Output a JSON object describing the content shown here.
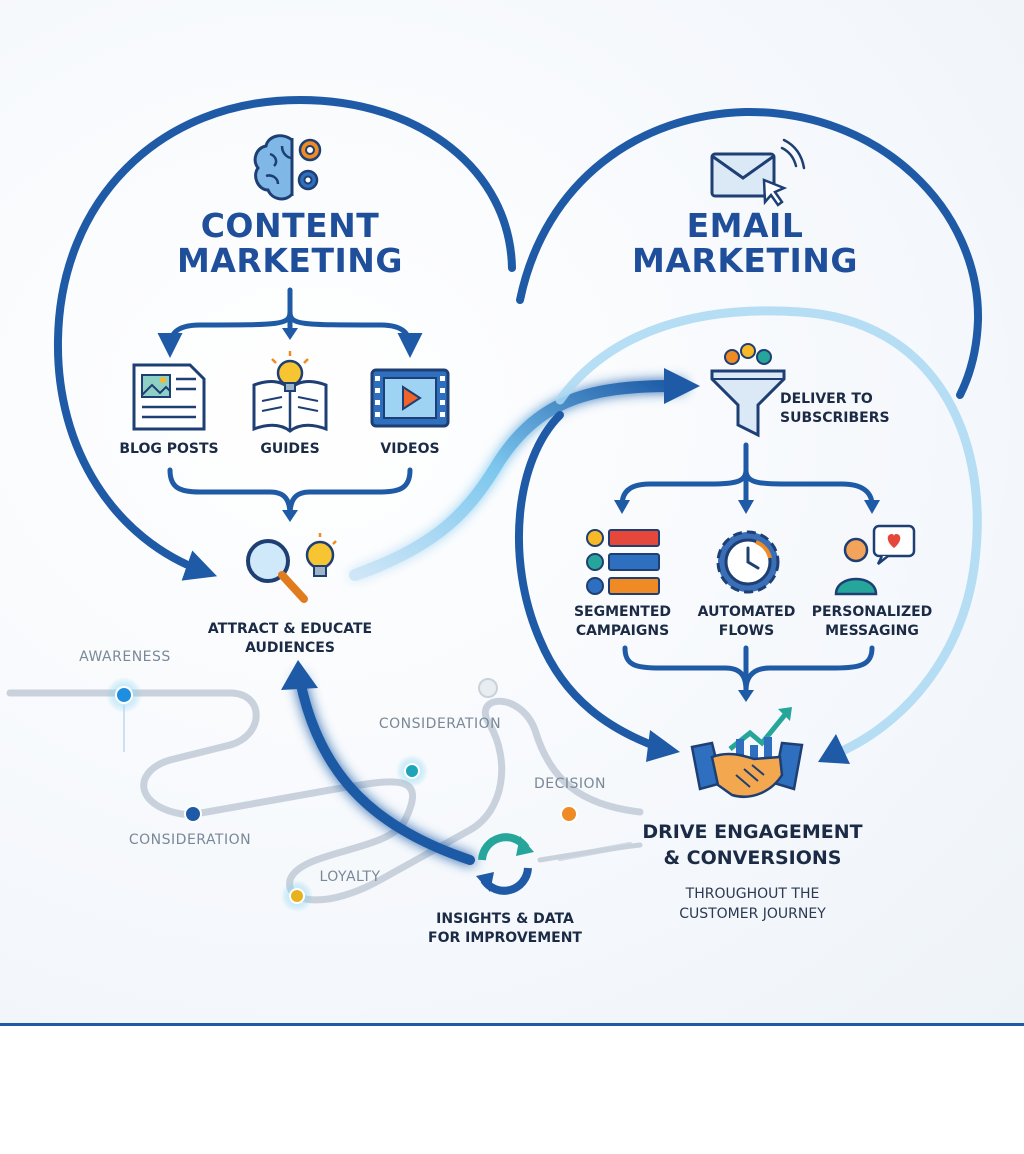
{
  "content": {
    "title": "CONTENT\nMARKETING",
    "icon": "brain-gears-icon",
    "items": [
      {
        "label": "BLOG POSTS",
        "icon": "blog-post-icon"
      },
      {
        "label": "GUIDES",
        "icon": "open-book-lightbulb-icon"
      },
      {
        "label": "VIDEOS",
        "icon": "video-play-icon"
      }
    ],
    "outcome": "ATTRACT & EDUCATE\nAUDIENCES",
    "outcome_icon": "magnifier-lightbulb-icon"
  },
  "email": {
    "title": "EMAIL\nMARKETING",
    "icon": "envelope-cursor-icon",
    "deliver": "DELIVER TO\nSUBSCRIBERS",
    "deliver_icon": "funnel-people-icon",
    "items": [
      {
        "label": "SEGMENTED\nCAMPAIGNS",
        "icon": "segmented-list-icon"
      },
      {
        "label": "AUTOMATED\nFLOWS",
        "icon": "gear-clock-icon"
      },
      {
        "label": "PERSONALIZED\nMESSAGING",
        "icon": "person-heart-bubble-icon"
      }
    ]
  },
  "result": {
    "title": "DRIVE ENGAGEMENT\n& CONVERSIONS",
    "subtitle": "THROUGHOUT THE\nCUSTOMER JOURNEY",
    "icon": "handshake-growth-icon"
  },
  "insights": {
    "label": "INSIGHTS & DATA\nFOR IMPROVEMENT",
    "icon": "refresh-cycle-icon"
  },
  "journey": {
    "stages": [
      "AWARENESS",
      "CONSIDERATION",
      "CONSIDERATION",
      "LOYALTY",
      "DECISION"
    ]
  },
  "colors": {
    "primary": "#1e5aa6",
    "light_blue": "#5fc3ea",
    "orange": "#f08a24",
    "yellow": "#f7b928",
    "red": "#e5483a",
    "teal": "#26a69a"
  }
}
